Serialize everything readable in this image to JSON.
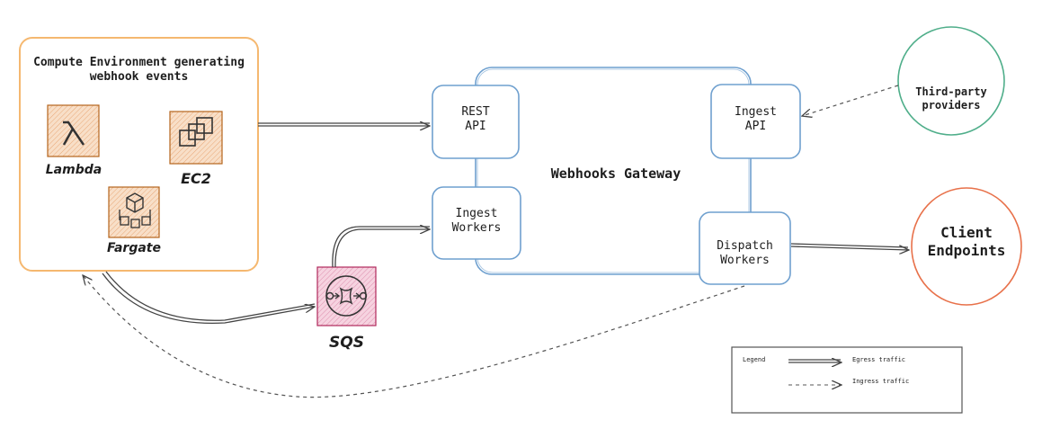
{
  "compute": {
    "title_line1": "Compute Environment generating",
    "title_line2": "webhook events"
  },
  "services": {
    "lambda": "Lambda",
    "ec2": "EC2",
    "fargate": "Fargate",
    "sqs": "SQS"
  },
  "gateway": {
    "title": "Webhooks Gateway",
    "rest_api": [
      "REST",
      "API"
    ],
    "ingest_api": [
      "Ingest",
      "API"
    ],
    "ingest_workers": [
      "Ingest",
      "Workers"
    ],
    "dispatch_workers": [
      "Dispatch",
      "Workers"
    ]
  },
  "third_party": [
    "Third-party",
    "providers"
  ],
  "client": [
    "Client",
    "Endpoints"
  ],
  "legend": {
    "title": "Legend",
    "egress": "Egress traffic",
    "ingress": "Ingress traffic"
  },
  "colors": {
    "compute_border": "#f5b870",
    "aws_orange_fill": "#f6d6b8",
    "aws_orange_stroke": "#b5651d",
    "sqs_fill": "#f3c8d8",
    "sqs_stroke": "#b0285c",
    "gateway_stroke": "#6fa0cf",
    "third_party_stroke": "#4fae8a",
    "client_stroke": "#e8714a"
  }
}
